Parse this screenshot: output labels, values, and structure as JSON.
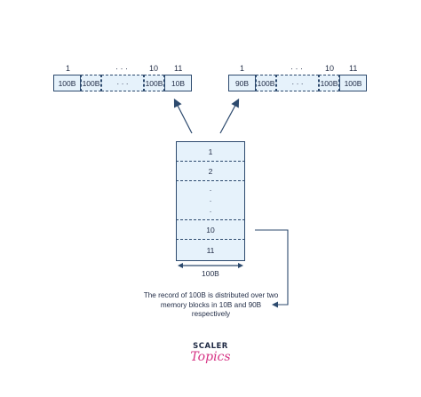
{
  "left_block": {
    "index_labels": [
      "1",
      "· · ·",
      "10",
      "11"
    ],
    "cells": [
      "100B",
      "100B",
      "· · ·",
      "100B",
      "10B"
    ]
  },
  "right_block": {
    "index_labels": [
      "1",
      "· · ·",
      "10",
      "11"
    ],
    "cells": [
      "90B",
      "100B",
      "· · ·",
      "100B",
      "100B"
    ]
  },
  "stack": {
    "rows": [
      "1",
      "2",
      "·",
      "·",
      "·",
      "10",
      "11"
    ],
    "width_label": "100B"
  },
  "caption": "The record of 100B is distributed over two memory blocks in 10B and 90B respectively",
  "logo": {
    "top": "SCALER",
    "bottom": "Topics"
  },
  "colors": {
    "fill": "#e6f2fb",
    "stroke": "#2d4a6e",
    "logo_accent": "#d63384"
  }
}
